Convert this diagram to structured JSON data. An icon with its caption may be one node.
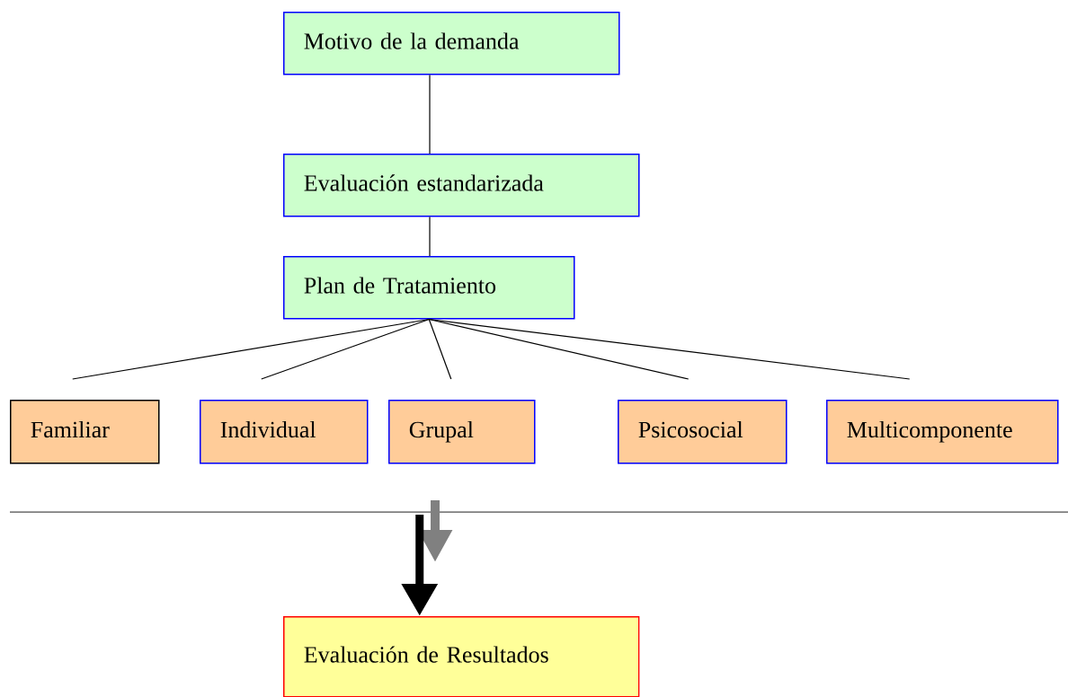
{
  "diagram": {
    "nodes": [
      {
        "text": [
          "Motivo de la demanda"
        ]
      },
      {
        "text": [
          "Evaluación estandarizada"
        ]
      },
      {
        "text": [
          "Plan de Tratamiento"
        ]
      },
      {
        "text": [
          "Familiar"
        ]
      },
      {
        "text": [
          "Individual"
        ]
      },
      {
        "text": [
          "Grupal"
        ]
      },
      {
        "text": [
          "Psicosocial"
        ]
      },
      {
        "text": [
          "Multicomponente"
        ]
      },
      {
        "text": [
          "Evaluación de Resultados"
        ]
      }
    ],
    "edges": [
      {
        "from": 0,
        "to": 1,
        "arrow": "none"
      },
      {
        "from": 1,
        "to": 2,
        "arrow": "none"
      },
      {
        "from": 2,
        "to": 3,
        "arrow": "none"
      },
      {
        "from": 2,
        "to": 4,
        "arrow": "none"
      },
      {
        "from": 2,
        "to": 5,
        "arrow": "none"
      },
      {
        "from": 2,
        "to": 6,
        "arrow": "none"
      },
      {
        "from": 2,
        "to": 7,
        "arrow": "none"
      },
      {
        "from": null,
        "to": 8,
        "arrow": "to",
        "style": "thick"
      }
    ]
  }
}
